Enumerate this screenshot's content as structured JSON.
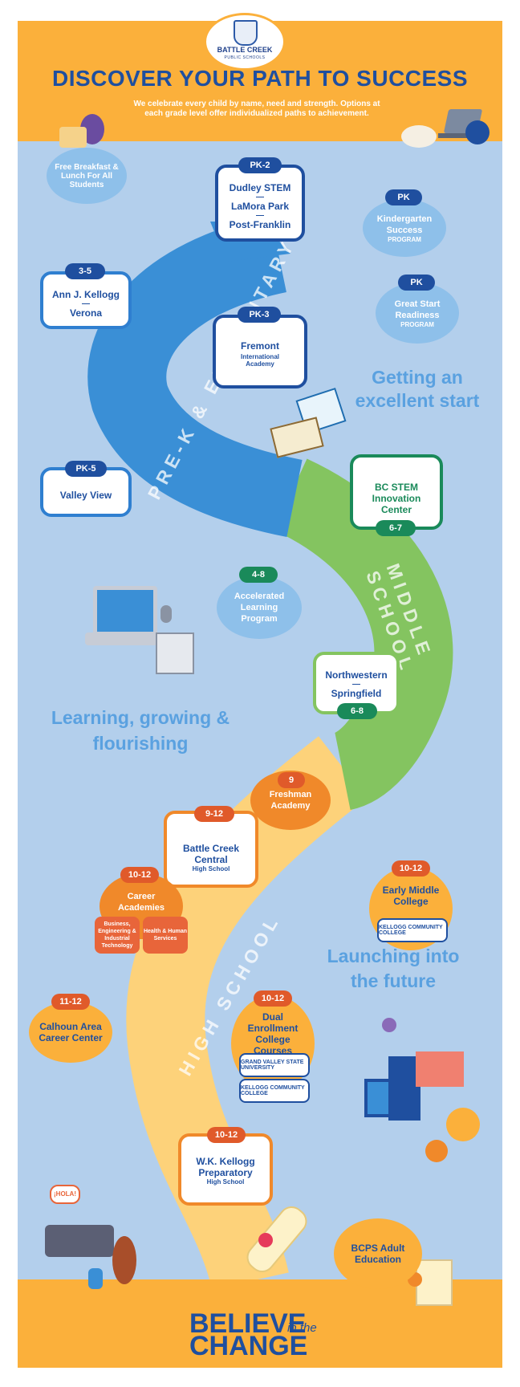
{
  "header": {
    "logo_name": "BATTLE CREEK",
    "logo_sub": "PUBLIC SCHOOLS",
    "title": "DISCOVER YOUR PATH TO SUCCESS",
    "intro": "We celebrate every child by name, need and strength. Options at each grade level offer individualized paths to achievement."
  },
  "breakfast": "Free Breakfast & Lunch For All Students",
  "ribbons": {
    "elementary": "PRE-K & ELEMENTARY",
    "middle": "MIDDLE SCHOOL",
    "high": "HIGH SCHOOL"
  },
  "schools": {
    "pk2": {
      "grade": "PK-2",
      "names": [
        "Dudley STEM",
        "LaMora Park",
        "Post-Franklin"
      ]
    },
    "kinder": {
      "grade": "PK",
      "name": "Kindergarten Success",
      "sub": "PROGRAM"
    },
    "greatstart": {
      "grade": "PK",
      "name": "Great Start Readiness",
      "sub": "PROGRAM"
    },
    "ann": {
      "grade": "3-5",
      "names": [
        "Ann J. Kellogg",
        "Verona"
      ]
    },
    "fremont": {
      "grade": "PK-3",
      "name": "Fremont",
      "sub": "International Academy"
    },
    "valleyview": {
      "grade": "PK-5",
      "name": "Valley View"
    },
    "bcstem": {
      "grade": "6-7",
      "name": "BC STEM Innovation Center"
    },
    "accel": {
      "grade": "4-8",
      "name": "Accelerated Learning Program"
    },
    "northwestern": {
      "grade": "6-8",
      "names": [
        "Northwestern",
        "Springfield"
      ]
    },
    "freshman": {
      "grade": "9",
      "name": "Freshman Academy"
    },
    "central": {
      "grade": "9-12",
      "name": "Battle Creek Central",
      "sub": "High School"
    },
    "careers": {
      "grade": "10-12",
      "name": "Career Academies",
      "chips": [
        "Business, Engineering & Industrial Technology",
        "Health & Human Services"
      ]
    },
    "earlymiddle": {
      "grade": "10-12",
      "name": "Early Middle College",
      "partner": "KELLOGG COMMUNITY COLLEGE"
    },
    "calhoun": {
      "grade": "11-12",
      "name": "Calhoun Area Career Center"
    },
    "dual": {
      "grade": "10-12",
      "name": "Dual Enrollment College Courses",
      "partners": [
        "GRAND VALLEY STATE UNIVERSITY",
        "KELLOGG COMMUNITY COLLEGE"
      ]
    },
    "wk": {
      "grade": "10-12",
      "name": "W.K. Kellogg Preparatory",
      "sub": "High School"
    },
    "adult": {
      "name": "BCPS Adult Education"
    }
  },
  "taglines": {
    "start": "Getting an excellent start",
    "learning": "Learning, growing & flourishing",
    "launch": "Launching into the future"
  },
  "hola": "¡HOLA!",
  "footer": {
    "believe": "BELIEVE",
    "inthe": "in the",
    "change": "CHANGE"
  },
  "colors": {
    "header": "#fbb03b",
    "background": "#b3cfec",
    "elementary": "#3a8fd6",
    "middle": "#84c460",
    "high": "#fdd27a",
    "navy": "#1f4f9f"
  }
}
